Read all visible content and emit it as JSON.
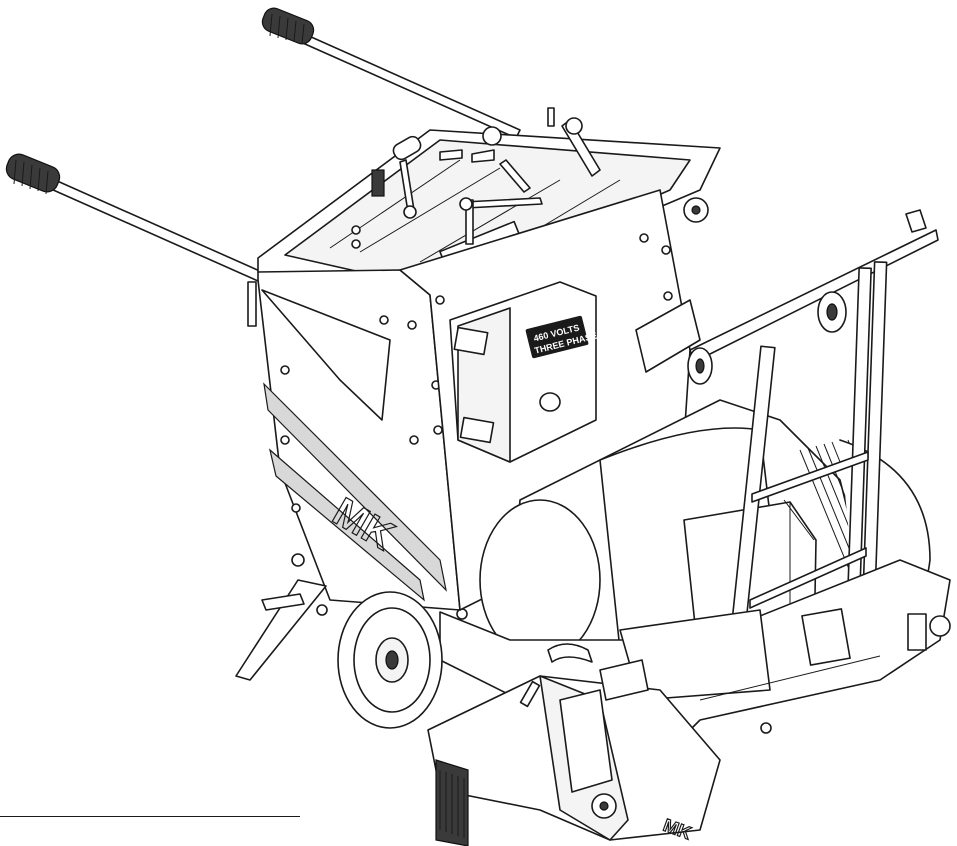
{
  "illustration": {
    "subject": "walk-behind floor saw line drawing",
    "motor_label": {
      "line1": "460 VOLTS",
      "line2": "THREE PHASE"
    },
    "brand_mark": "MK",
    "colors": {
      "line": "#1a1a1a",
      "background": "#ffffff",
      "shade": "#d8d8d8"
    }
  }
}
